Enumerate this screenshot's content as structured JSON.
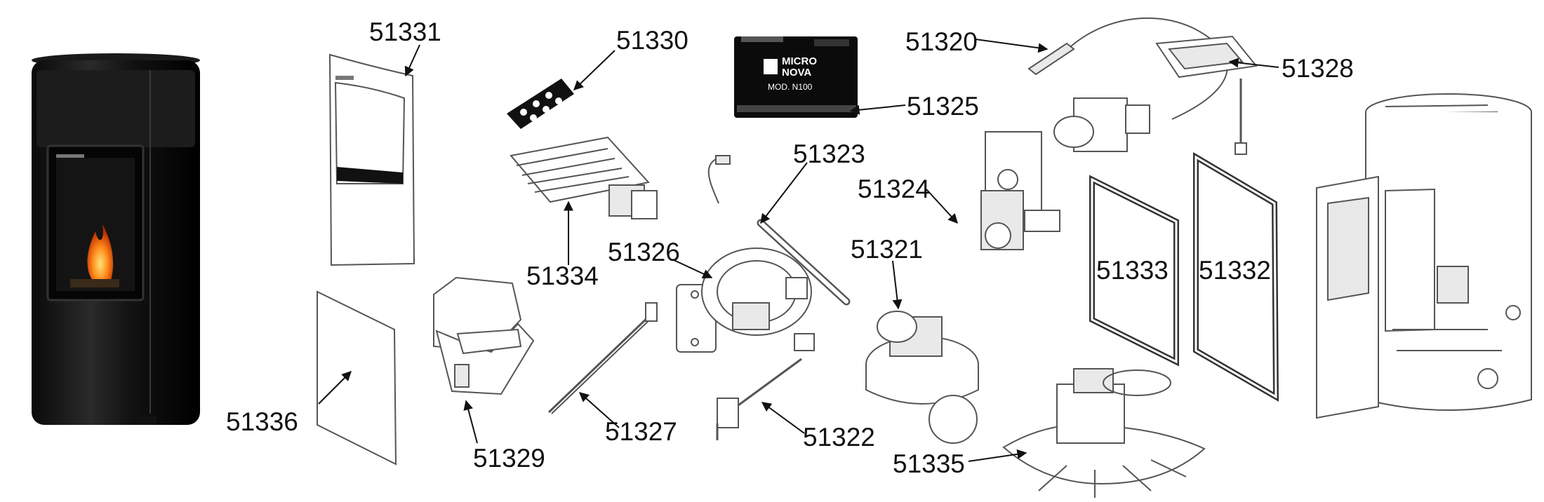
{
  "micronova": {
    "brand_top": "MICRO",
    "brand_bottom": "NOVA",
    "model": "MOD. N100"
  },
  "parts": [
    {
      "id": "p51331",
      "label": "51331"
    },
    {
      "id": "p51330",
      "label": "51330"
    },
    {
      "id": "p51320",
      "label": "51320"
    },
    {
      "id": "p51328",
      "label": "51328"
    },
    {
      "id": "p51325",
      "label": "51325"
    },
    {
      "id": "p51323",
      "label": "51323"
    },
    {
      "id": "p51324",
      "label": "51324"
    },
    {
      "id": "p51334",
      "label": "51334"
    },
    {
      "id": "p51326",
      "label": "51326"
    },
    {
      "id": "p51321",
      "label": "51321"
    },
    {
      "id": "p51333",
      "label": "51333"
    },
    {
      "id": "p51332",
      "label": "51332"
    },
    {
      "id": "p51336",
      "label": "51336"
    },
    {
      "id": "p51329",
      "label": "51329"
    },
    {
      "id": "p51327",
      "label": "51327"
    },
    {
      "id": "p51322",
      "label": "51322"
    },
    {
      "id": "p51335",
      "label": "51335"
    }
  ]
}
